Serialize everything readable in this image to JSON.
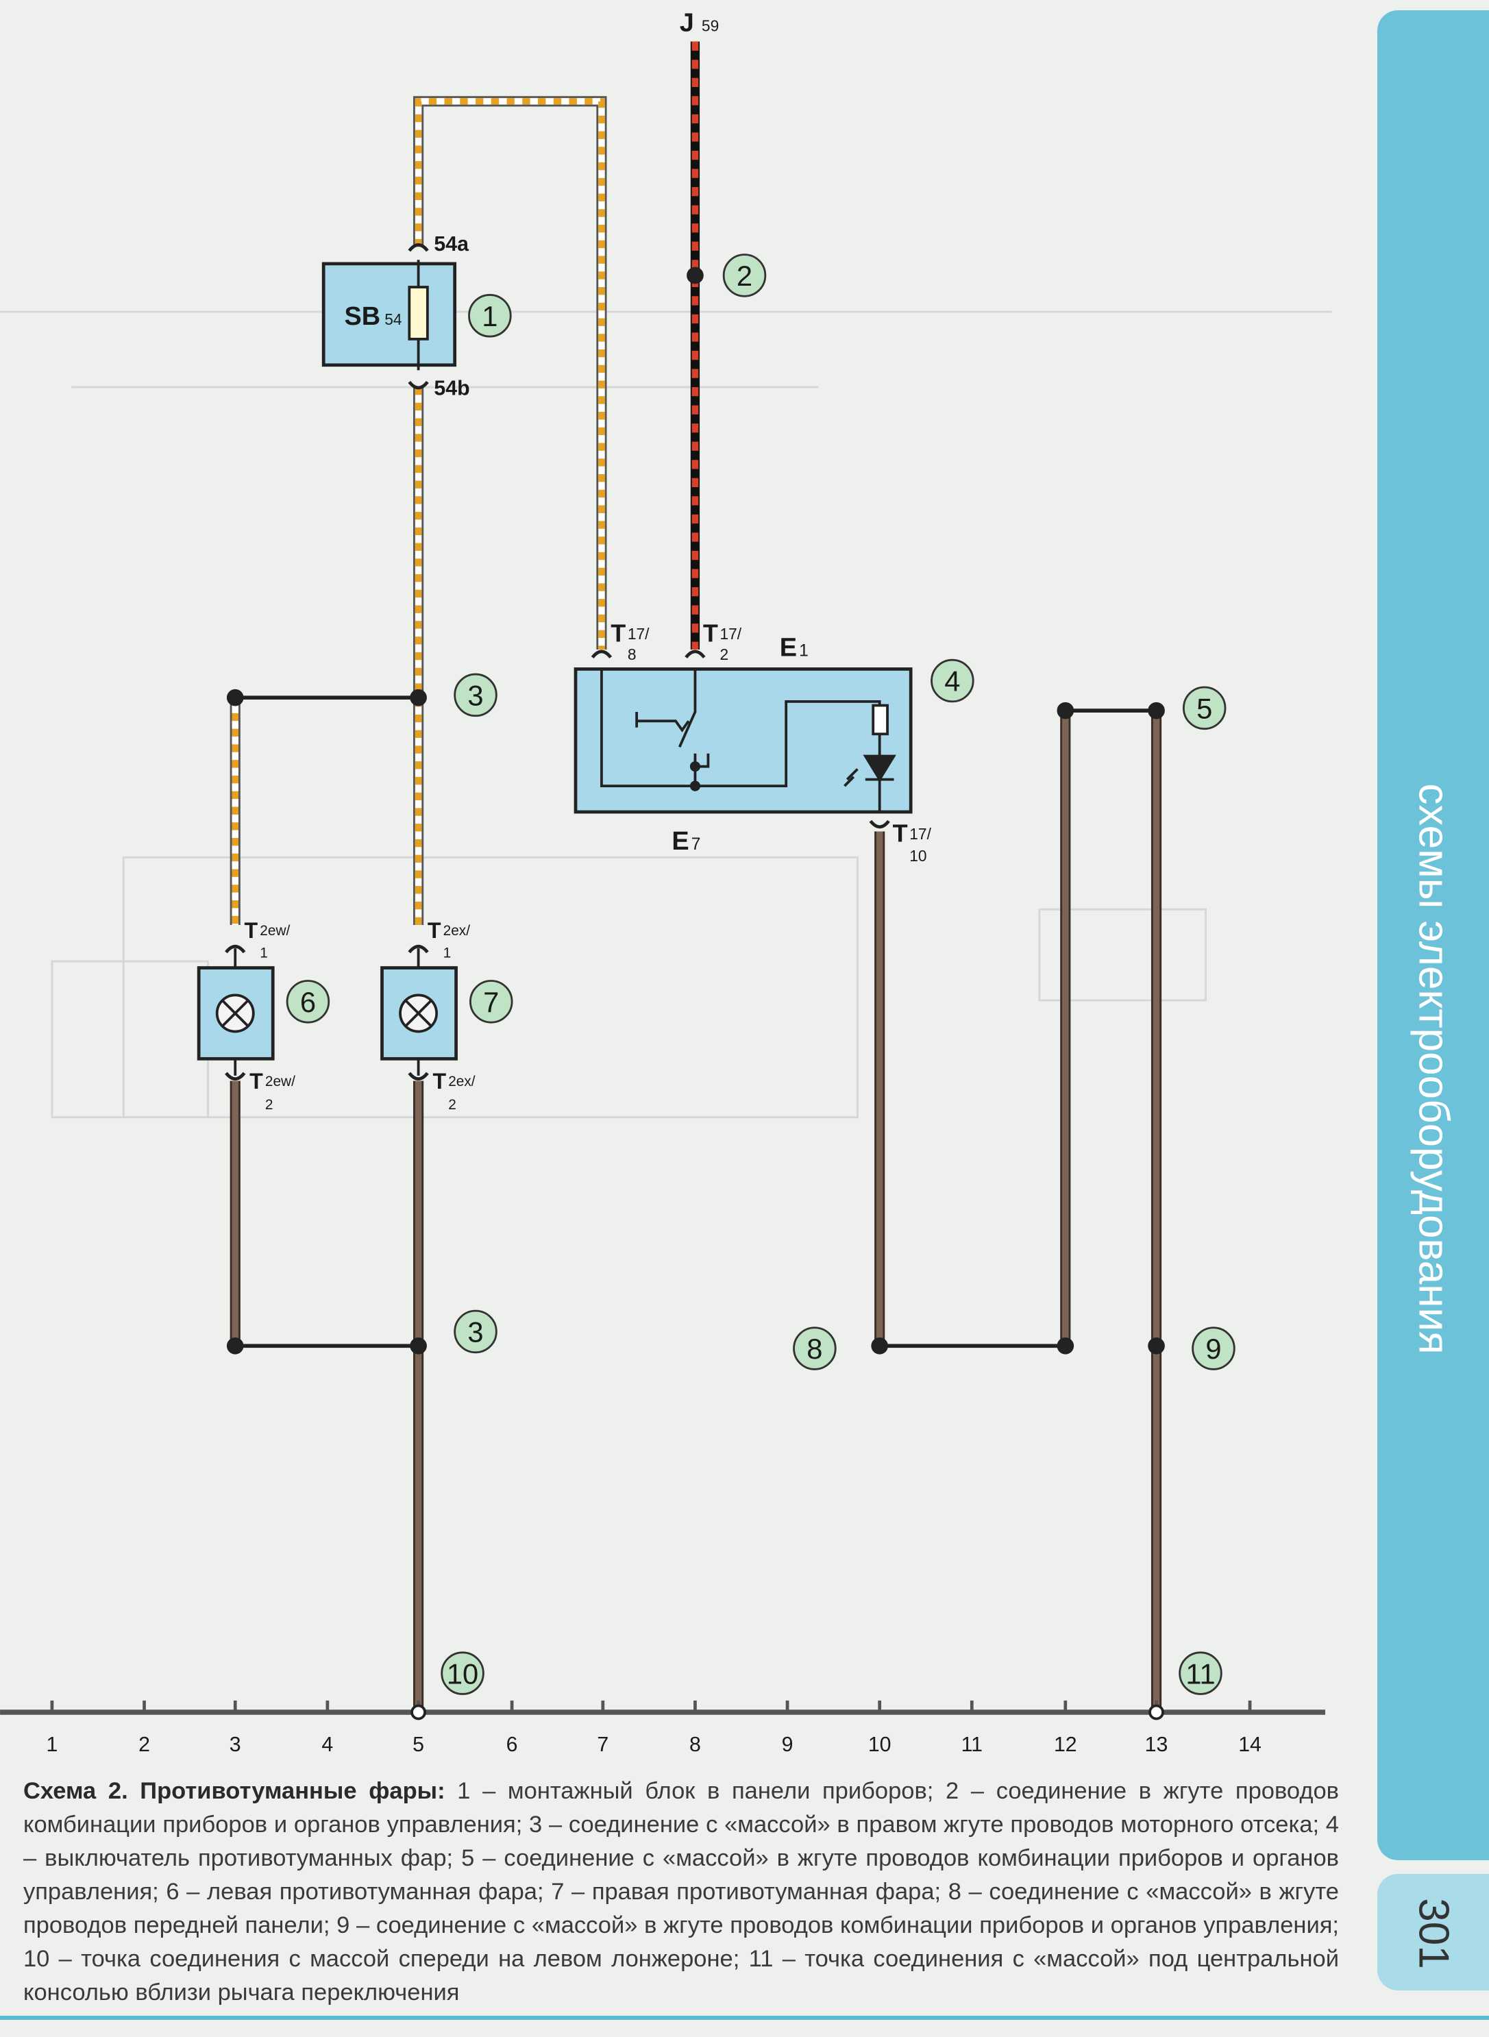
{
  "diagram": {
    "top_connector": {
      "main": "J",
      "sub": "59"
    },
    "fuse": {
      "main": "SB",
      "sub": "54",
      "pin_top": "54a",
      "pin_bottom": "54b"
    },
    "switch": {
      "main": "E",
      "sub": "1",
      "lamp_main": "E",
      "lamp_sub": "7"
    },
    "pins": {
      "t17_8": {
        "main": "T",
        "sub": "17/",
        "sub2": "8"
      },
      "t17_2": {
        "main": "T",
        "sub": "17/",
        "sub2": "2"
      },
      "t17_10": {
        "main": "T",
        "sub": "17/",
        "sub2": "10"
      },
      "t2ew_1": {
        "main": "T",
        "sub": "2ew/",
        "sub2": "1"
      },
      "t2ew_2": {
        "main": "T",
        "sub": "2ew/",
        "sub2": "2"
      },
      "t2ex_1": {
        "main": "T",
        "sub": "2ex/",
        "sub2": "1"
      },
      "t2ex_2": {
        "main": "T",
        "sub": "2ex/",
        "sub2": "2"
      }
    },
    "callouts": {
      "c1": "1",
      "c2": "2",
      "c3a": "3",
      "c3b": "3",
      "c4": "4",
      "c5": "5",
      "c6": "6",
      "c7": "7",
      "c8": "8",
      "c9": "9",
      "c10": "10",
      "c11": "11"
    },
    "ground_bar_ticks": [
      "1",
      "2",
      "3",
      "4",
      "5",
      "6",
      "7",
      "8",
      "9",
      "10",
      "11",
      "12",
      "13",
      "14"
    ],
    "colors": {
      "orange": "#e8a020",
      "red": "#d8402a",
      "brown": "#7d6555",
      "box": "#a8d8ea",
      "callout": "#bfe3c4"
    }
  },
  "caption": {
    "title": "Схема 2. Противотуманные фары:",
    "text": " 1 – монтажный блок в панели приборов; 2 – соединение в жгуте проводов комбинации приборов и органов управления; 3 – соединение с «массой» в правом жгуте проводов моторного отсека; 4 – выключатель противотуманных фар; 5 – соединение с «массой» в жгуте проводов комбинации приборов и органов управления; 6 – левая противотуманная фара; 7 – правая противотуманная фара; 8 – соединение с «массой» в жгуте проводов передней панели; 9 – соединение с «массой» в жгуте проводов комбинации приборов и органов управления; 10 – точка соединения с массой спереди на левом лонжероне; 11 – точка соединения с «массой» под центральной консолью вблизи рычага переключения"
  },
  "sidebar": {
    "section_title": "схемы электрооборудования",
    "page_number": "301"
  }
}
